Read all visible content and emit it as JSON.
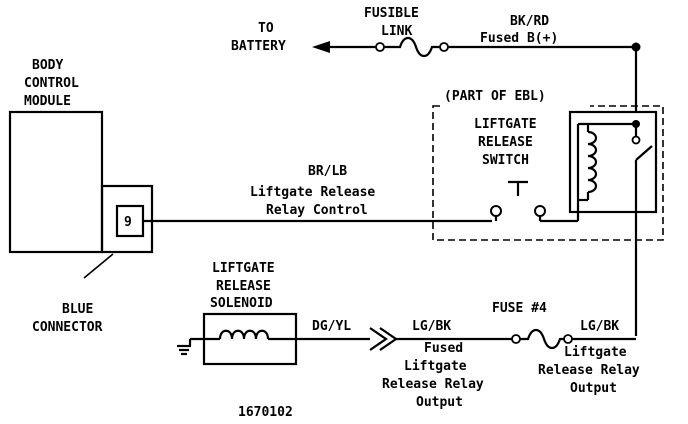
{
  "battery": {
    "line1": "TO",
    "line2": "BATTERY"
  },
  "fusible_link": {
    "line1": "FUSIBLE",
    "line2": "LINK"
  },
  "feed_wire": {
    "color_code": "BK/RD",
    "description": "Fused B(+)"
  },
  "bcm": {
    "line1": "BODY",
    "line2": "CONTROL",
    "line3": "MODULE",
    "pin": "9"
  },
  "connector": {
    "line1": "BLUE",
    "line2": "CONNECTOR"
  },
  "ebl": {
    "label": "(PART OF EBL)"
  },
  "switch": {
    "line1": "LIFTGATE",
    "line2": "RELEASE",
    "line3": "SWITCH"
  },
  "control_wire": {
    "color_code": "BR/LB",
    "line1": "Liftgate Release",
    "line2": "Relay Control"
  },
  "solenoid": {
    "line1": "LIFTGATE",
    "line2": "RELEASE",
    "line3": "SOLENOID"
  },
  "solenoid_wire": {
    "color_code": "DG/YL"
  },
  "fused_output_wire": {
    "color_code": "LG/BK",
    "line1": "Fused",
    "line2": "Liftgate",
    "line3": "Release Relay",
    "line4": "Output"
  },
  "fuse4": {
    "label": "FUSE #4"
  },
  "relay_output_wire": {
    "color_code": "LG/BK",
    "line1": "Liftgate",
    "line2": "Release Relay",
    "line3": "Output"
  },
  "figure_id": "1670102"
}
